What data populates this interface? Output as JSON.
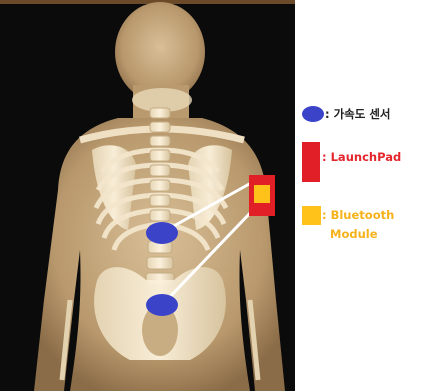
{
  "legend": {
    "items": [
      {
        "shape": "circle",
        "color": "#3b43c9",
        "label": ": 가속도 센서",
        "text_color": "#222222"
      },
      {
        "shape": "rect-tall",
        "color": "#e01f26",
        "label": ": LaunchPad",
        "text_color": "#e4272c"
      },
      {
        "shape": "square",
        "color": "#ffc21a",
        "label": ": Bluetooth\n  Module",
        "text_color": "#f5b21a"
      }
    ]
  },
  "markers": {
    "sensor_color": "#3b43c9",
    "launchpad_color": "#e01f26",
    "bluetooth_color": "#ffc21a",
    "wire_color": "#ffffff"
  }
}
